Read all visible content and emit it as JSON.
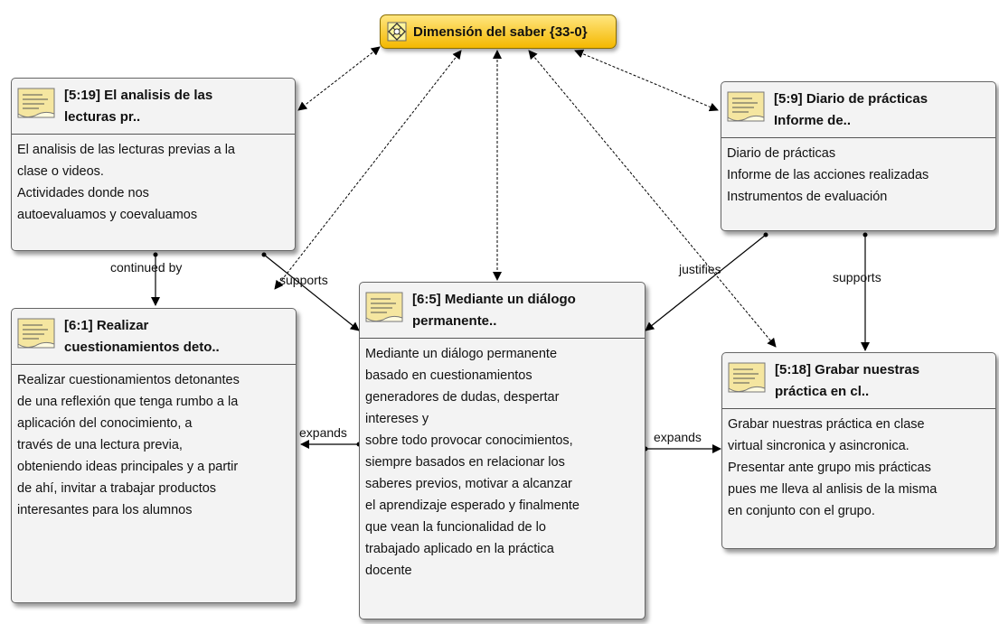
{
  "code": {
    "label": "Dimensión del saber {33-0}",
    "icon": "code-icon"
  },
  "nodes": [
    {
      "id": "n519",
      "title_lines": [
        "[5:19] El analisis de las",
        "lecturas pr.."
      ],
      "body_lines": [
        "El analisis de las lecturas previas a la",
        "clase o videos.",
        "Actividades donde nos",
        "autoevaluamos y coevaluamos"
      ]
    },
    {
      "id": "n59",
      "title_lines": [
        "[5:9] Diario de prácticas",
        "Informe de.."
      ],
      "body_lines": [
        "Diario de prácticas",
        "Informe de las acciones realizadas",
        "Instrumentos de evaluación"
      ]
    },
    {
      "id": "n61",
      "title_lines": [
        "[6:1] Realizar",
        "cuestionamientos deto.."
      ],
      "body_lines": [
        "Realizar cuestionamientos detonantes",
        "de una reflexión que tenga rumbo a la",
        "aplicación del conocimiento, a",
        "través de una lectura previa,",
        "obteniendo ideas principales y a partir",
        "de ahí, invitar a trabajar productos",
        "interesantes para los alumnos"
      ]
    },
    {
      "id": "n65",
      "title_lines": [
        "[6:5] Mediante un diálogo",
        "permanente.."
      ],
      "body_lines": [
        "Mediante un diálogo permanente",
        "basado en cuestionamientos",
        "generadores de dudas, despertar",
        "intereses y",
        "sobre todo provocar conocimientos,",
        "siempre basados en relacionar los",
        "saberes previos, motivar a alcanzar",
        "el aprendizaje esperado y finalmente",
        "que vean la funcionalidad de lo",
        "trabajado aplicado en la práctica",
        "docente"
      ]
    },
    {
      "id": "n518",
      "title_lines": [
        "[5:18] Grabar nuestras",
        "práctica en cl.."
      ],
      "body_lines": [
        "Grabar nuestras práctica en clase",
        "virtual sincronica y asincronica.",
        "Presentar ante grupo mis prácticas",
        "pues me lleva al anlisis de la misma",
        "en conjunto con el grupo."
      ]
    }
  ],
  "edge_labels": {
    "continued_by": "continued by",
    "supports_1": "supports",
    "justifies": "justifies",
    "supports_2": "supports",
    "expands_1": "expands",
    "expands_2": "expands"
  }
}
